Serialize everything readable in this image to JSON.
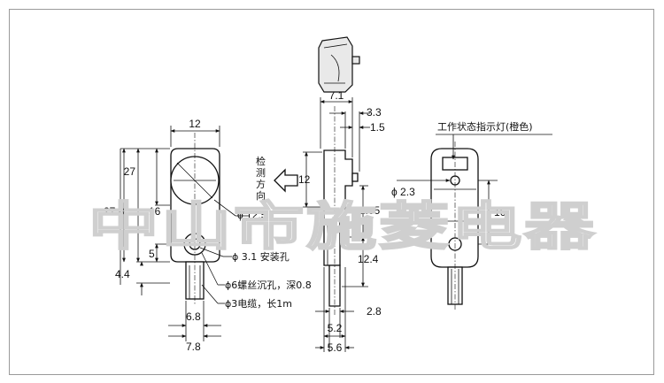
{
  "watermark": "中山市施菱电器",
  "front_view": {
    "dims": {
      "width": "12",
      "height_total": "27.8",
      "height_upper": "27",
      "height_mid": "16",
      "height_low": "5",
      "tail": "4.4",
      "sensor_dia": "ϕ 12.5",
      "mount_hole": "ϕ 3.1 安装孔",
      "screw_hole": "ϕ6螺丝沉孔，深0.8",
      "cable": "ϕ3电缆，长1m",
      "cable_w1": "6.8",
      "cable_w2": "7.8"
    }
  },
  "side_view": {
    "detect_label": [
      "检",
      "测",
      "方",
      "向"
    ],
    "dims": {
      "depth": "7.1",
      "d1": "3.3",
      "d2": "1.5",
      "h12": "12",
      "h11": "11.05",
      "h12_4": "12.4",
      "w2_8": "2.8",
      "w5_2": "5.2",
      "w5_6": "5.6"
    }
  },
  "back_view": {
    "indicator_label": "工作状态指示灯(橙色)",
    "dims": {
      "led_dia": "ϕ 2.3",
      "height": "16"
    }
  }
}
